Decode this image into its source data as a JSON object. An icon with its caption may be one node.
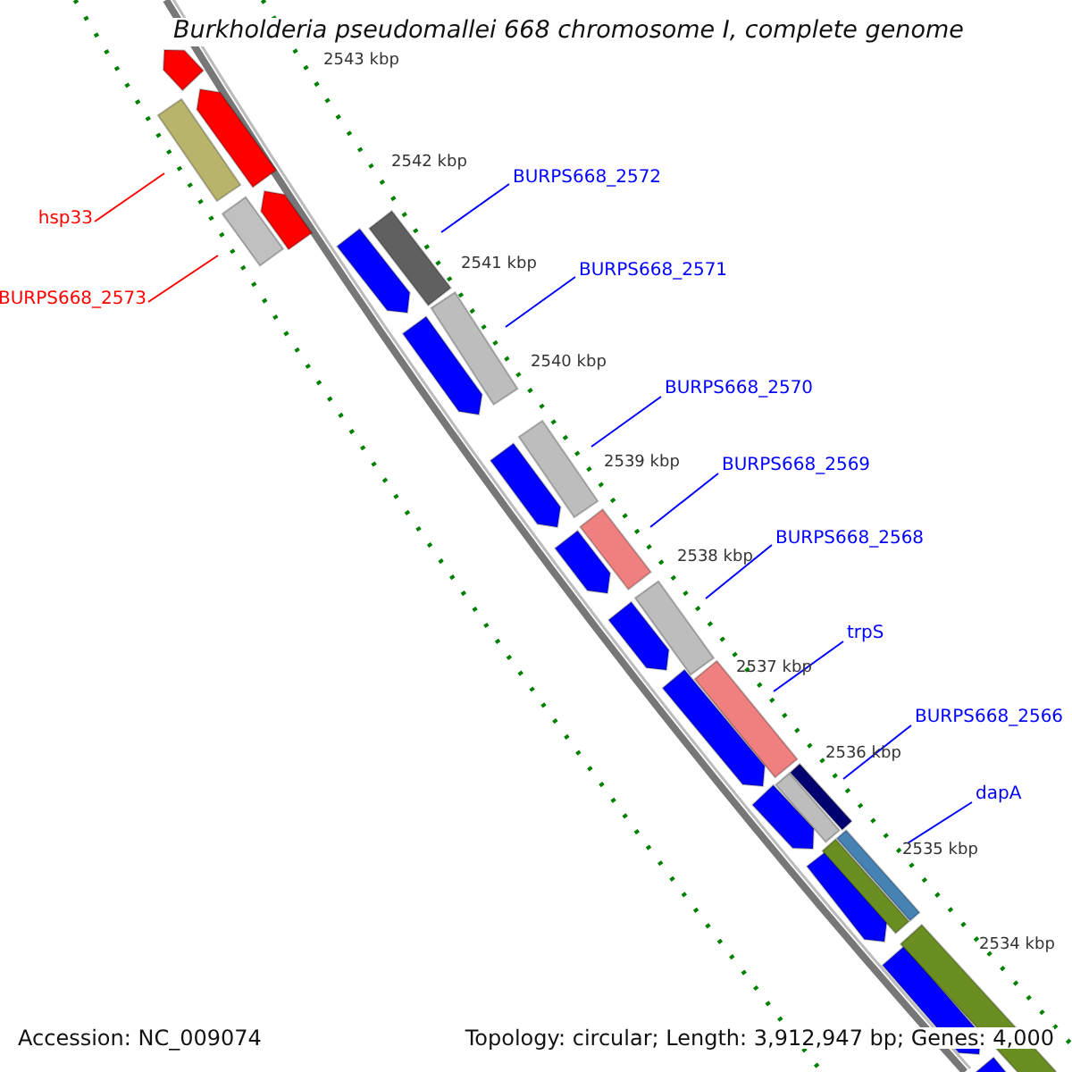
{
  "diagram": {
    "title": "Burkholderia pseudomallei 668 chromosome I, complete genome",
    "nodes": [
      {
        "text": [
          "hsp33"
        ]
      },
      {
        "text": [
          "BURPS668_2573"
        ]
      },
      {
        "text": [
          "BURPS668_2572"
        ]
      },
      {
        "text": [
          "BURPS668_2571"
        ]
      },
      {
        "text": [
          "BURPS668_2570"
        ]
      },
      {
        "text": [
          "BURPS668_2569"
        ]
      },
      {
        "text": [
          "BURPS668_2568"
        ]
      },
      {
        "text": [
          "trpS"
        ]
      },
      {
        "text": [
          "BURPS668_2566"
        ]
      },
      {
        "text": [
          "dapA"
        ]
      },
      {
        "text": [],
        "shape": "bar"
      },
      {
        "text": [],
        "shape": "bar"
      },
      {
        "text": [],
        "shape": "bar"
      },
      {
        "text": [],
        "shape": "bar"
      },
      {
        "text": [],
        "shape": "bar"
      },
      {
        "text": [],
        "shape": "bar"
      },
      {
        "text": [],
        "shape": "bar"
      },
      {
        "text": [],
        "shape": "bar"
      },
      {
        "text": [],
        "shape": "bar"
      },
      {
        "text": [],
        "shape": "bar"
      },
      {
        "text": [],
        "shape": "arrow"
      },
      {
        "text": [],
        "shape": "arrow"
      },
      {
        "text": [],
        "shape": "arrow"
      },
      {
        "text": [],
        "shape": "arrow"
      },
      {
        "text": [],
        "shape": "arrow"
      },
      {
        "text": [],
        "shape": "arrow"
      },
      {
        "text": [],
        "shape": "arrow"
      },
      {
        "text": [],
        "shape": "arrow"
      },
      {
        "text": [],
        "shape": "arrow"
      },
      {
        "text": [],
        "shape": "arrow"
      },
      {
        "text": [],
        "shape": "arrow"
      },
      {
        "text": [],
        "shape": "arrow"
      },
      {
        "text": [],
        "shape": "arrow"
      },
      {
        "text": [],
        "shape": "bar"
      },
      {
        "text": [],
        "shape": "bar"
      },
      {
        "text": [],
        "shape": "bar"
      }
    ],
    "edges": [
      {
        "from": 0,
        "to": 10,
        "arrow": "none",
        "color": "#ff0000"
      },
      {
        "from": 1,
        "to": 11,
        "arrow": "none",
        "color": "#ff0000"
      },
      {
        "from": 2,
        "to": 12,
        "arrow": "none"
      },
      {
        "from": 3,
        "to": 13,
        "arrow": "none"
      },
      {
        "from": 4,
        "to": 14,
        "arrow": "none"
      },
      {
        "from": 5,
        "to": 15,
        "arrow": "none"
      },
      {
        "from": 6,
        "to": 16,
        "arrow": "none"
      },
      {
        "from": 7,
        "to": 17,
        "arrow": "none"
      },
      {
        "from": 8,
        "to": 18,
        "arrow": "none"
      },
      {
        "from": 9,
        "to": 19,
        "arrow": "none"
      }
    ],
    "labels": [
      "2543 kbp",
      "2542 kbp",
      "2541 kbp",
      "2540 kbp",
      "2539 kbp",
      "2538 kbp",
      "2537 kbp",
      "2536 kbp",
      "2535 kbp",
      "2534 kbp",
      "Accession: NC_009074",
      "Topology: circular; Length: 3,912,947 bp; Genes: 4,000"
    ]
  }
}
